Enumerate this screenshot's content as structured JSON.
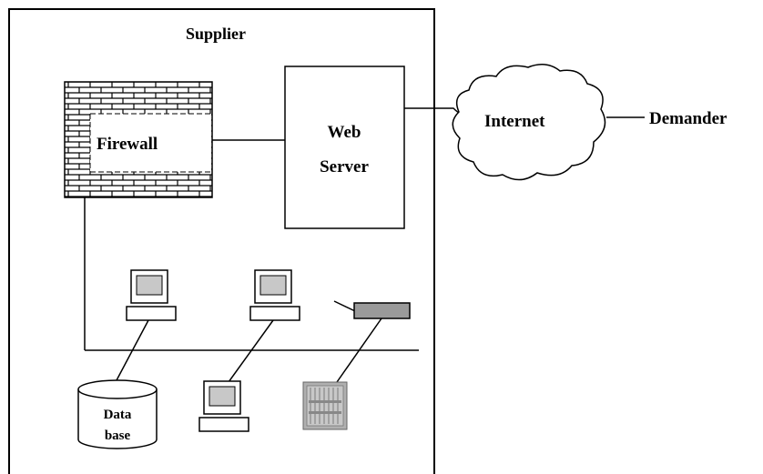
{
  "labels": {
    "supplier": "Supplier",
    "firewall": "Firewall",
    "web_server_line1": "Web",
    "web_server_line2": "Server",
    "internet": "Internet",
    "demander": "Demander",
    "database_line1": "Data",
    "database_line2": "base"
  },
  "colors": {
    "line": "#000000",
    "screen": "#c8c8c8",
    "device": "#9a9a9a",
    "rack": "#b0b0b0",
    "background": "#ffffff"
  },
  "icons": [
    "brick-firewall-icon",
    "cloud-icon",
    "desktop-computer-icon",
    "database-cylinder-icon",
    "network-device-icon",
    "server-rack-icon"
  ]
}
